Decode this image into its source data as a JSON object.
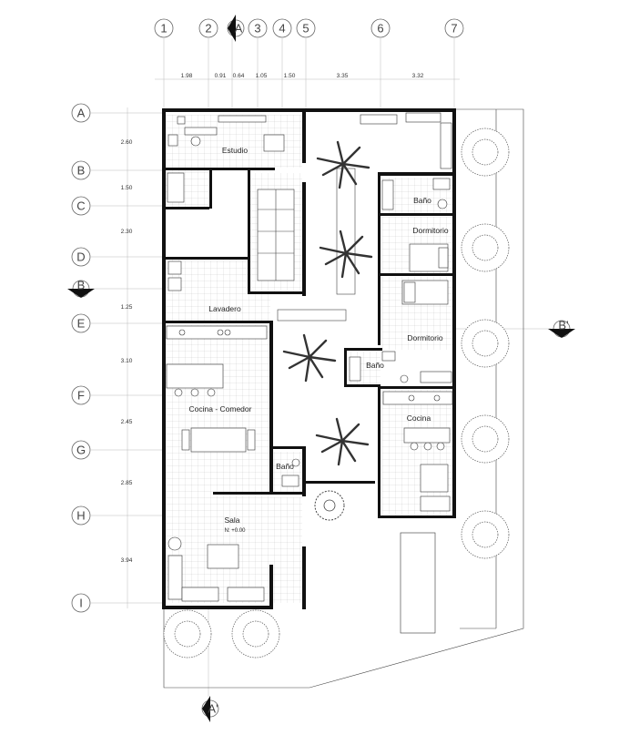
{
  "plan": {
    "column_axes": [
      "1",
      "2",
      "A",
      "3",
      "4",
      "5",
      "6",
      "7"
    ],
    "row_axes": [
      "A",
      "B",
      "C",
      "D",
      "B",
      "E",
      "F",
      "G",
      "H",
      "I"
    ],
    "section_markers": {
      "top": "A",
      "bottom": "A'",
      "left": "B",
      "right": "B'"
    },
    "column_dimensions": [
      "1.98",
      "0.91",
      "0.64",
      "1.05",
      "1.50",
      "3.35",
      "3.32"
    ],
    "row_dimensions": [
      "2.60",
      "1.50",
      "2.30",
      "1.25",
      "3.10",
      "2.45",
      "2.85",
      "3.94"
    ],
    "rooms": {
      "estudio": "Estudio",
      "lavadero": "Lavadero",
      "cocina_comedor": "Cocina - Comedor",
      "bano_1": "Baño",
      "sala": "Sala",
      "level": "N: +0.00",
      "bano_2": "Baño",
      "dormitorio_1": "Dormitorio",
      "dormitorio_2": "Dormitorio",
      "bano_3": "Baño",
      "cocina": "Cocina"
    }
  }
}
